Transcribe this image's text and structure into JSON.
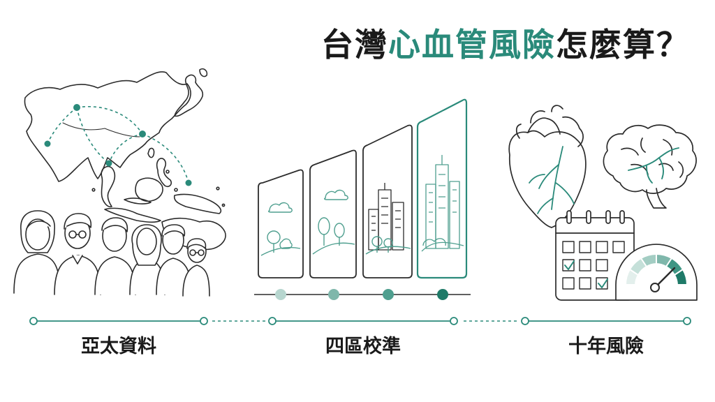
{
  "title": {
    "prefix": "台灣",
    "highlight": "心血管風險",
    "suffix": "怎麼算？"
  },
  "steps": [
    {
      "label": "亞太資料"
    },
    {
      "label": "四區校準"
    },
    {
      "label": "十年風險"
    }
  ],
  "colors": {
    "accent": "#2a8a7a",
    "ink": "#2b2b2b",
    "light_teal": "#b7d6cf",
    "mid_teal": "#7fb7ab",
    "teal": "#4f9f8f",
    "dark_teal": "#1f7a68"
  },
  "icons": {
    "map": "asia-pacific-map-icon",
    "people": "people-group-icon",
    "panels": "four-region-panels-icon",
    "heart": "heart-icon",
    "brain": "brain-icon",
    "calendar": "calendar-icon",
    "gauge": "risk-gauge-icon"
  }
}
